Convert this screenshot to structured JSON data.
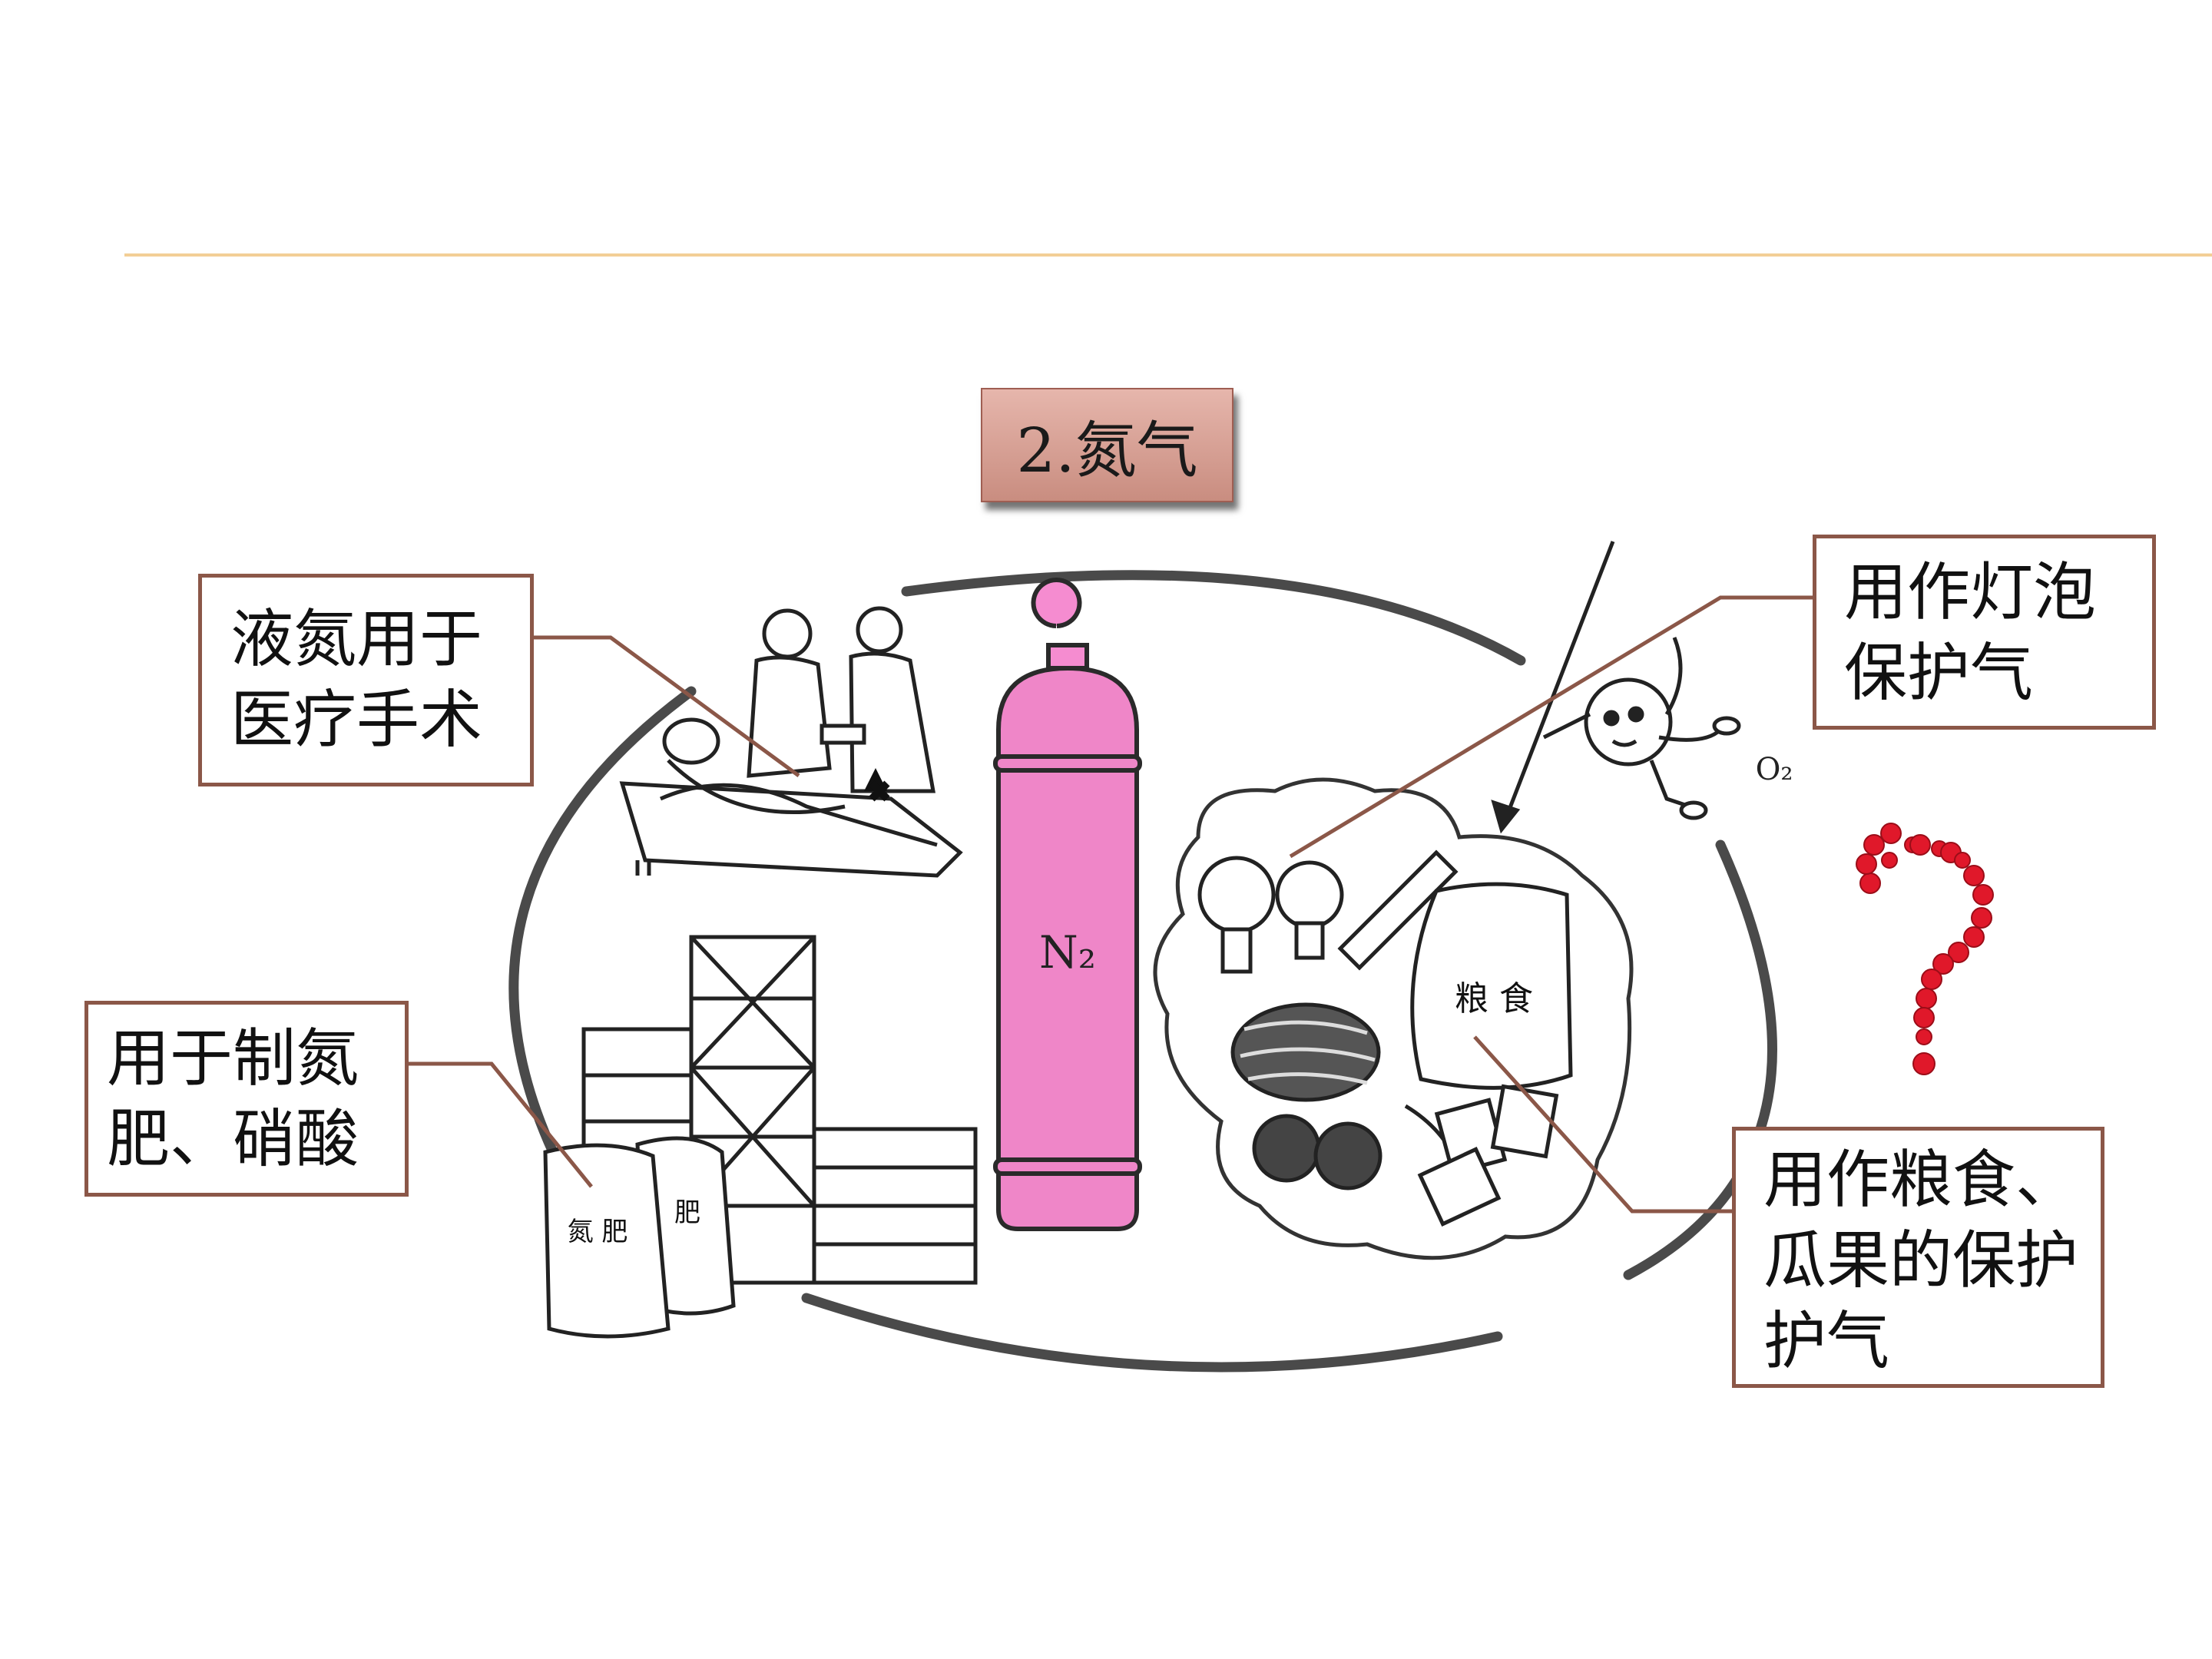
{
  "title": "2.氮气",
  "labels": {
    "medical": "液氮用于\n医疗手术",
    "bulb": "用作灯泡\n保护气",
    "fertilizer": "用于制氮\n肥、硝酸",
    "food": "用作粮食、\n瓜果的保护\n护气"
  },
  "illustration": {
    "cylinder_label": "N₂",
    "oxygen_label": "O₂",
    "grain_bag": "粮 食",
    "fertilizer_bag_front": "氮 肥",
    "fertilizer_bag_back": "肥"
  },
  "colors": {
    "accent_line": "#f3cf96",
    "label_border": "#8b5748",
    "title_fill": "#d9a194",
    "cylinder": "#ef86c8",
    "question_mark": "#e0182a"
  },
  "icons": [
    "question-mark-icon",
    "oxygen-character-icon",
    "light-bulb-icon",
    "surgery-scene-icon",
    "factory-icon",
    "grain-bag-icon"
  ]
}
